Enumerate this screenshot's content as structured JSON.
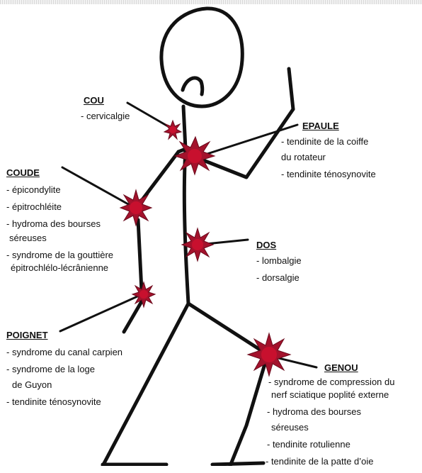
{
  "colors": {
    "stroke": "#111111",
    "pain_star": "#a3122c",
    "pain_core": "#c8102e",
    "background": "#ffffff"
  },
  "regions": {
    "cou": {
      "title": "COU",
      "items": [
        "- cervicalgie"
      ]
    },
    "epaule": {
      "title": "EPAULE",
      "items": [
        "- tendinite de la coiffe",
        "du rotateur",
        "- tendinite ténosynovite"
      ]
    },
    "coude": {
      "title": "COUDE",
      "items": [
        "- épicondylite",
        "- épitrochléite",
        "- hydroma des bourses",
        "séreuses",
        "- syndrome de la gouttière",
        "épitrochlélo-lécrânienne"
      ]
    },
    "dos": {
      "title": "DOS",
      "items": [
        "- lombalgie",
        "- dorsalgie"
      ]
    },
    "poignet": {
      "title": "POIGNET",
      "items": [
        "- syndrome du canal carpien",
        "- syndrome de la loge",
        "de Guyon",
        "- tendinite ténosynovite"
      ]
    },
    "genou": {
      "title": "GENOU",
      "items": [
        "- syndrome de compression du",
        "nerf sciatique poplité externe",
        "- hydroma des bourses",
        "séreuses",
        "- tendinite rotulienne",
        "- tendinite de la patte d’oie"
      ]
    }
  }
}
